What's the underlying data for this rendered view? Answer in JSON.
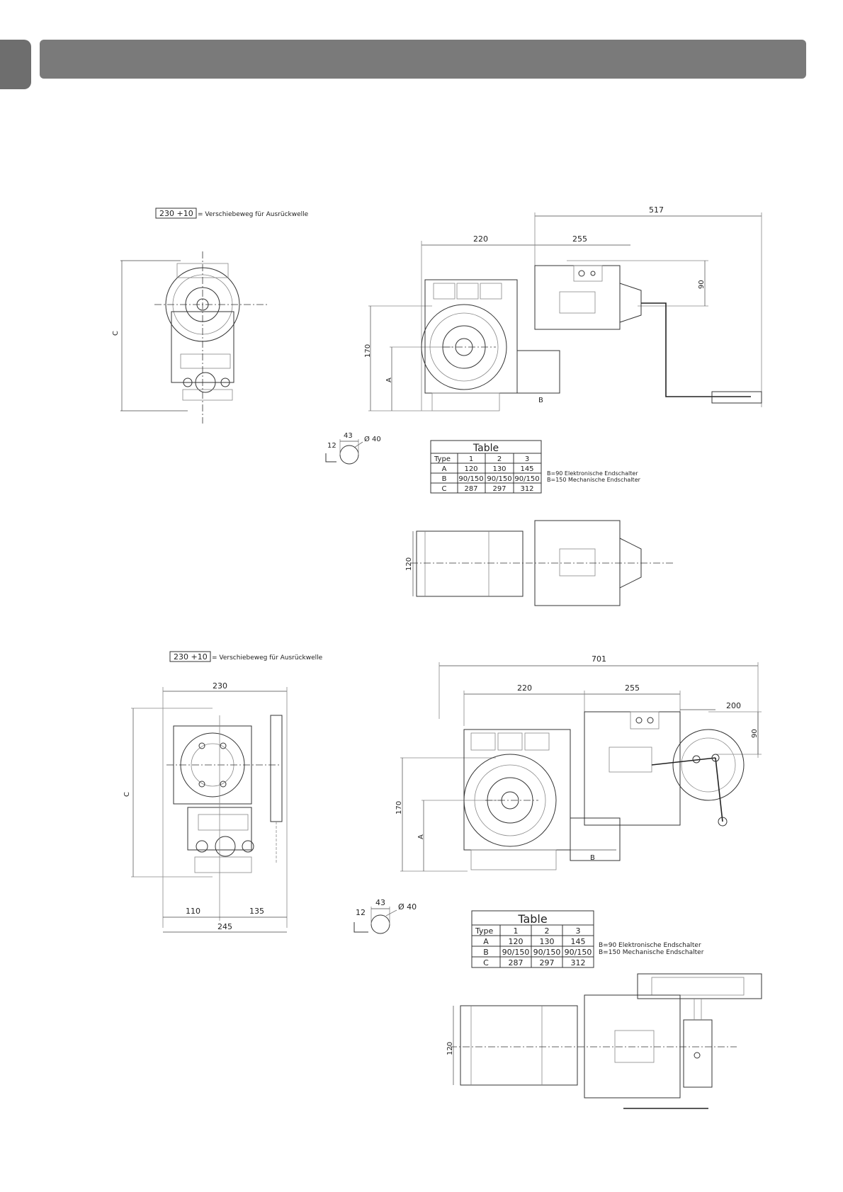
{
  "header": {
    "title": ""
  },
  "drawing1": {
    "shift_note": {
      "value": "230 +10",
      "text": "= Verschiebeweg für Ausrückwelle"
    },
    "dims": {
      "total": "517",
      "left": "220",
      "right": "255",
      "height90": "90",
      "h170": "170",
      "A": "A",
      "B": "B",
      "C": "C",
      "shaft_w": "43",
      "shaft_off": "12",
      "shaft_d": "Ø 40",
      "top_h": "120"
    },
    "table": {
      "title": "Table",
      "header": [
        "Type",
        "1",
        "2",
        "3"
      ],
      "rows": [
        [
          "A",
          "120",
          "130",
          "145"
        ],
        [
          "B",
          "90/150",
          "90/150",
          "90/150"
        ],
        [
          "C",
          "287",
          "297",
          "312"
        ]
      ],
      "notes": [
        "B=90 Elektronische Endschalter",
        "B=150 Mechanische Endschalter"
      ]
    }
  },
  "drawing2": {
    "shift_note": {
      "value": "230 +10",
      "text": "= Verschiebeweg für Ausrückwelle"
    },
    "dims": {
      "total": "701",
      "left": "220",
      "right": "255",
      "r200": "200",
      "height90": "90",
      "h170": "170",
      "A": "A",
      "B": "B",
      "C": "C",
      "w230": "230",
      "w110": "110",
      "w135": "135",
      "w245": "245",
      "shaft_w": "43",
      "shaft_off": "12",
      "shaft_d": "Ø 40",
      "top_h": "120"
    },
    "table": {
      "title": "Table",
      "header": [
        "Type",
        "1",
        "2",
        "3"
      ],
      "rows": [
        [
          "A",
          "120",
          "130",
          "145"
        ],
        [
          "B",
          "90/150",
          "90/150",
          "90/150"
        ],
        [
          "C",
          "287",
          "297",
          "312"
        ]
      ],
      "notes": [
        "B=90 Elektronische Endschalter",
        "B=150 Mechanische Endschalter"
      ]
    }
  }
}
